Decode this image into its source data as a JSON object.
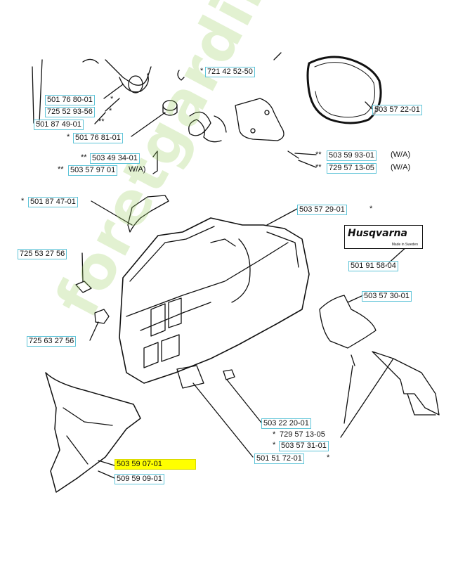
{
  "watermark": "foretgardin.com",
  "brand": {
    "logo_text": "Husqvarna",
    "logo_sub": "Made in Sweden"
  },
  "labels": [
    {
      "id": "p1",
      "text": "721 42 52-50",
      "prefix": "*",
      "suffix": ""
    },
    {
      "id": "p2",
      "text": "501 76 80-01",
      "prefix": "",
      "suffix": "*"
    },
    {
      "id": "p3",
      "text": "725 52 93-56",
      "prefix": "",
      "suffix": "*"
    },
    {
      "id": "p4",
      "text": "501 87 49-01",
      "prefix": "",
      "suffix": "**"
    },
    {
      "id": "p5",
      "text": "501 76 81-01",
      "prefix": "*",
      "suffix": ""
    },
    {
      "id": "p6",
      "text": "503 57 22-01",
      "prefix": "",
      "suffix": ""
    },
    {
      "id": "p7",
      "text": "503 49 34-01",
      "prefix": "**",
      "suffix": ""
    },
    {
      "id": "p8",
      "text": "503 57 97 01",
      "prefix": "**",
      "suffix": "W/A)"
    },
    {
      "id": "p9",
      "text": "503 59 93-01",
      "prefix": "**",
      "suffix": "(W/A)"
    },
    {
      "id": "p10",
      "text": "729 57 13-05",
      "prefix": "**",
      "suffix": "(W/A)"
    },
    {
      "id": "p11",
      "text": "501 87 47-01",
      "prefix": "*",
      "suffix": ""
    },
    {
      "id": "p12",
      "text": "503 57 29-01",
      "prefix": "",
      "suffix": "*"
    },
    {
      "id": "p13",
      "text": "725 53 27 56",
      "prefix": "",
      "suffix": ""
    },
    {
      "id": "p14",
      "text": "501 91 58-04",
      "prefix": "",
      "suffix": ""
    },
    {
      "id": "p15",
      "text": "503 57 30-01",
      "prefix": "",
      "suffix": ""
    },
    {
      "id": "p16",
      "text": "725 63 27 56",
      "prefix": "",
      "suffix": ""
    },
    {
      "id": "p17",
      "text": "503 22 20-01",
      "prefix": "",
      "suffix": ""
    },
    {
      "id": "p18",
      "text": "729 57 13-05",
      "prefix": "*",
      "suffix": ""
    },
    {
      "id": "p19",
      "text": "503 57 31-01",
      "prefix": "*",
      "suffix": ""
    },
    {
      "id": "p20",
      "text": "501 51 72-01",
      "prefix": "",
      "suffix": "*"
    },
    {
      "id": "p21",
      "text": "503 59 07-01",
      "prefix": "",
      "suffix": "",
      "highlight": true
    },
    {
      "id": "p22",
      "text": "509 59 09-01",
      "prefix": "",
      "suffix": ""
    }
  ],
  "colors": {
    "label_border": "#5fc4d8",
    "highlight": "#ffff00",
    "line": "#111111"
  }
}
